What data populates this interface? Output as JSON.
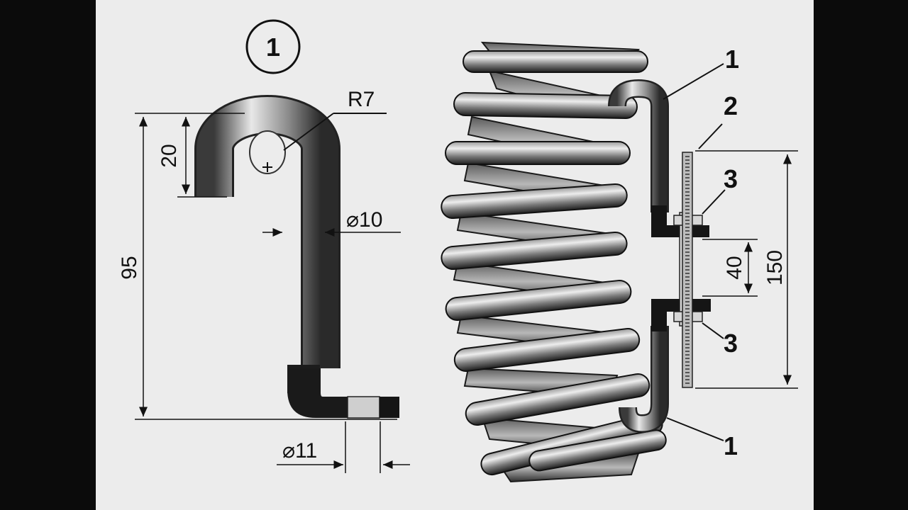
{
  "figure": {
    "number": "1",
    "hook_dimensions": {
      "radius": "R7",
      "hook_depth": "20",
      "total_height": "95",
      "rod_diameter": "⌀10",
      "foot_hole": "⌀11"
    },
    "assembly_dimensions": {
      "gap": "40",
      "bracket_height": "150"
    },
    "callouts": {
      "hook_top": "1",
      "plate": "2",
      "nut_top": "3",
      "nut_bottom": "3",
      "hook_bottom": "1"
    }
  }
}
